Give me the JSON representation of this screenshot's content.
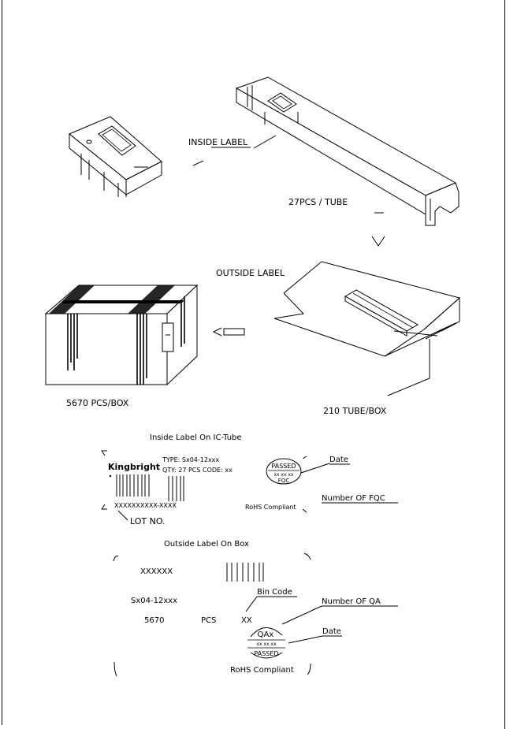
{
  "labels": {
    "inside_label": "INSIDE LABEL",
    "pcs_per_tube": "27PCS / TUBE",
    "outside_label": "OUTSIDE LABEL",
    "pcs_per_box": "5670 PCS/BOX",
    "tubes_per_box": "210 TUBE/BOX"
  },
  "inside_label_panel": {
    "title": "Inside Label On IC-Tube",
    "brand": "Kingbright",
    "type_line": "TYPE: Sx04-12xxx",
    "qty_line": "QTY: 27 PCS   CODE: xx",
    "stamp_top": "PASSED",
    "stamp_mid": "xx  xx  xx",
    "stamp_bottom": "FQC",
    "date_callout": "Date",
    "lot_code": "XXXXXXXXXX-XXXX",
    "rohs": "RoHS Compliant",
    "fqc_callout": "Number OF FQC",
    "lot_callout": "LOT NO."
  },
  "outside_label_panel": {
    "title": "Outside Label On Box",
    "code": "XXXXXX",
    "part": "Sx04-12xxx",
    "bin_callout": "Bin Code",
    "qa_callout": "Number OF QA",
    "qty_value": "5670",
    "qty_unit": "PCS",
    "bin_value": "XX",
    "stamp_text": "QAx",
    "stamp_mid": "xx  xx  xx",
    "date_callout": "Date",
    "stamp_bottom": "PASSED",
    "rohs": "RoHS Compliant"
  }
}
